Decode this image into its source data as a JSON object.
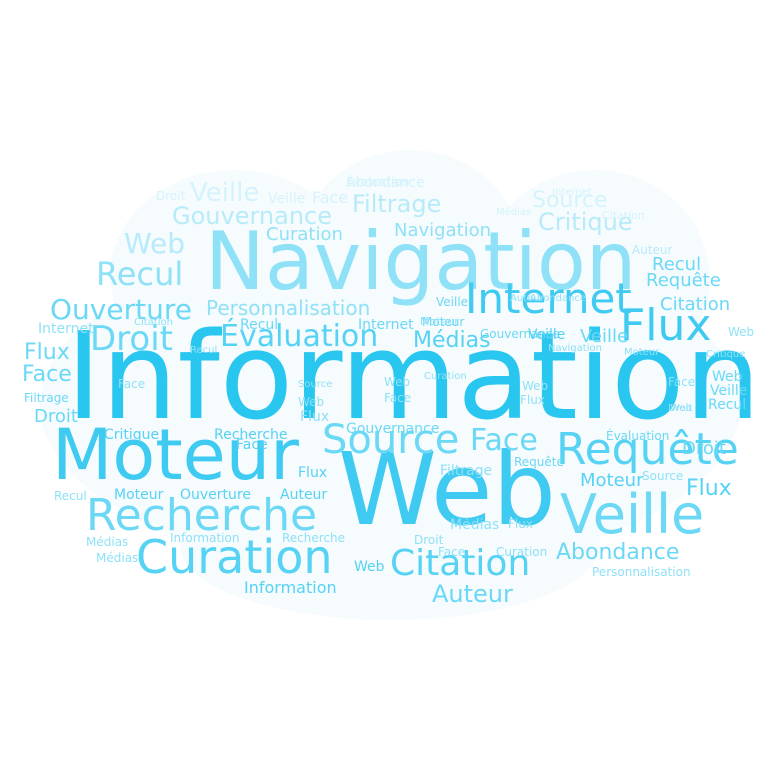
{
  "words": [
    "Information",
    "Web",
    "Navigation",
    "Moteur",
    "Requête",
    "Veille",
    "Recherche",
    "Curation",
    "Citation",
    "Flux",
    "Internet",
    "Source",
    "Face",
    "Droit",
    "Recul",
    "Ouverture",
    "Évaluation",
    "Médias",
    "Personnalisation",
    "Gouvernance",
    "Filtrage",
    "Critique",
    "Auteur",
    "Abondance"
  ],
  "colors": [
    "#29c6f0",
    "#3fcaf2",
    "#55d2f4",
    "#6bd8f5",
    "#8fe1f7",
    "#b7ebfa",
    "#d4f3fc"
  ]
}
